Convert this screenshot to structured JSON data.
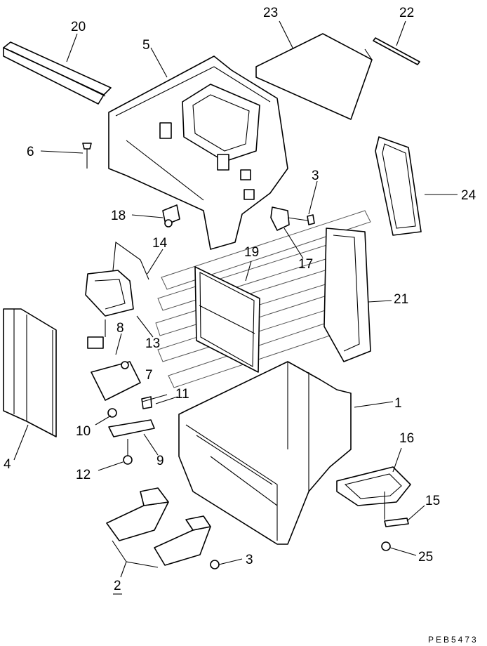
{
  "callouts": [
    "1",
    "2",
    "3",
    "3",
    "4",
    "5",
    "6",
    "7",
    "8",
    "9",
    "10",
    "11",
    "12",
    "13",
    "14",
    "15",
    "16",
    "17",
    "18",
    "19",
    "20",
    "21",
    "22",
    "23",
    "24",
    "25"
  ],
  "drawing_code": "PEB5473"
}
